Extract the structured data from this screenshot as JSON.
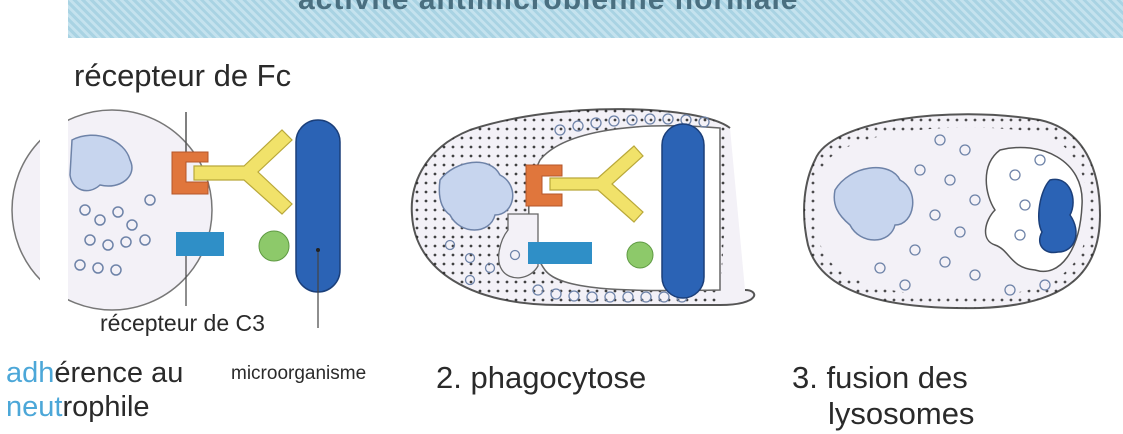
{
  "banner": {
    "title": "activité antimicrobienne normale"
  },
  "labels": {
    "fc_receptor": "récepteur de Fc",
    "c3_receptor": "récepteur de C3",
    "microorganism": "microorganisme"
  },
  "steps": [
    {
      "line1_pre": "adh",
      "line1_post": "érence au",
      "line2_pre": "neut",
      "line2_post": "rophile"
    },
    {
      "caption": "2. phagocytose"
    },
    {
      "line1": "3. fusion des",
      "line2": "lysosomes"
    }
  ],
  "colors": {
    "banner": "#a9d3e3",
    "nucleus": "#c7d5ee",
    "fc_receptor": "#e0763c",
    "antibody": "#f1e26a",
    "c3_receptor": "#2f8fc7",
    "complement": "#8dc96a",
    "microorganism": "#2b63b5",
    "caption_highlight": "#4ca7d8"
  }
}
